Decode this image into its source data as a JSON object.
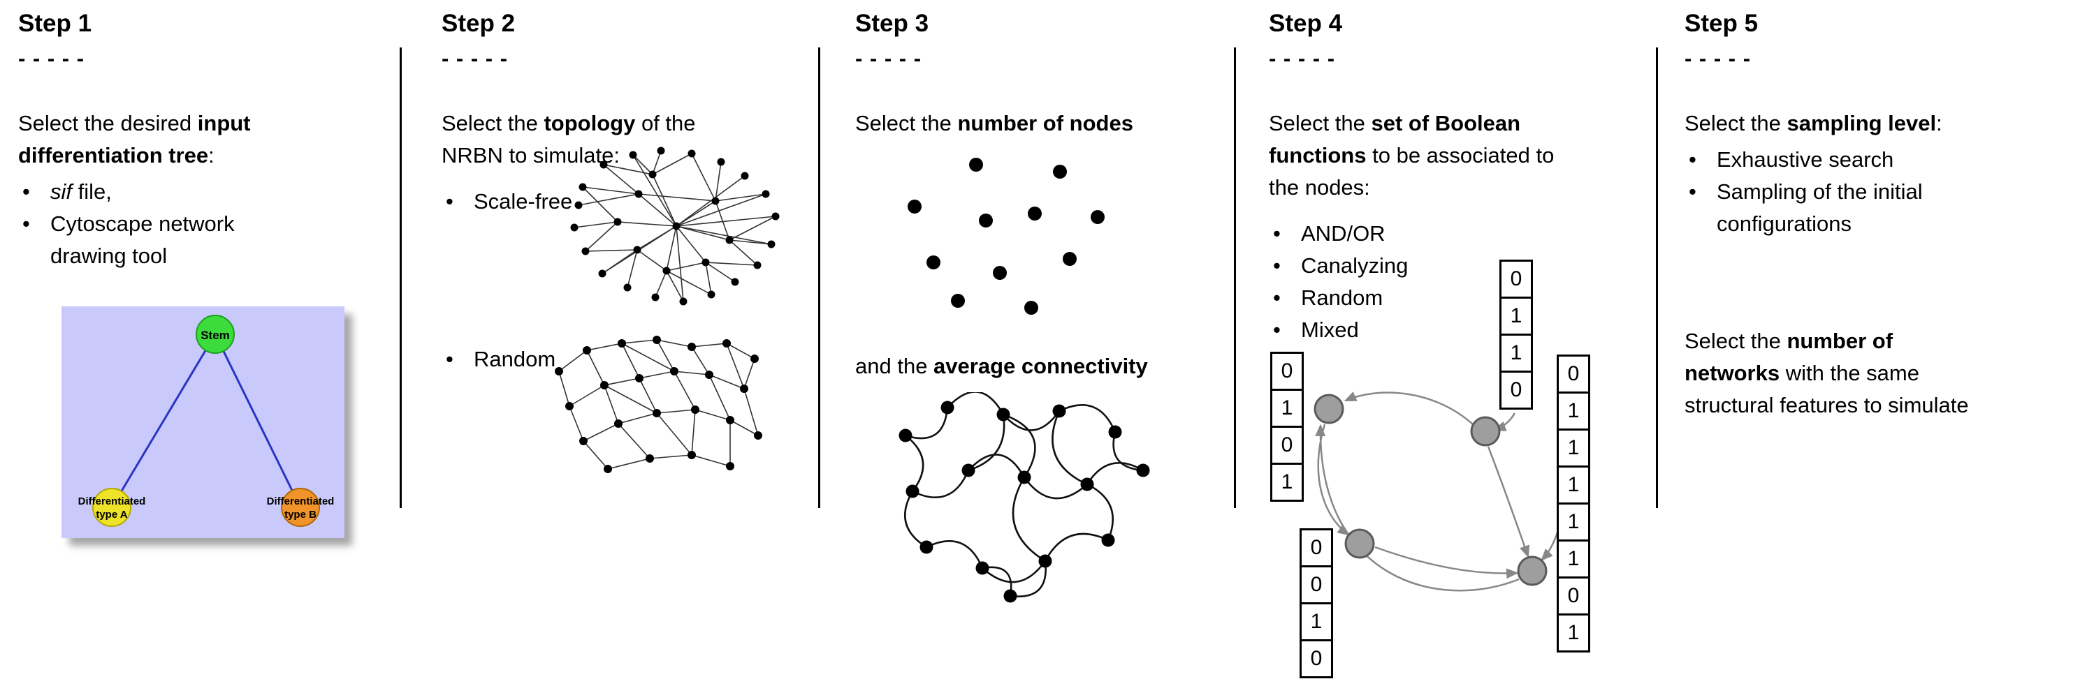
{
  "glyphs": {
    "bullet": "•"
  },
  "step1": {
    "title": "Step 1",
    "dashes": "- - - - -",
    "intro": {
      "prefix": "Select the desired ",
      "bold1": "input",
      "bold2": "differentiation tree",
      "suffix": ":"
    },
    "bullet1": {
      "italic": "sif",
      "text": " file,"
    },
    "bullet2": "Cytoscape network drawing tool",
    "tree": {
      "stem": "Stem",
      "type_a_line1": "Differentiated",
      "type_a_line2": "type A",
      "type_b_line1": "Differentiated",
      "type_b_line2": "type B"
    },
    "colors": {
      "panel": "#c9c9fc",
      "stem": "#3bdc3b",
      "type_a": "#efe32a",
      "type_b": "#f0932b",
      "edge": "#2a35c0"
    }
  },
  "step2": {
    "title": "Step 2",
    "dashes": "- - - - -",
    "intro": {
      "prefix": "Select the ",
      "bold": "topology",
      "mid": " of the",
      "last": "NRBN to simulate:"
    },
    "bullet1": "Scale-free",
    "bullet2": "Random"
  },
  "step3": {
    "title": "Step 3",
    "dashes": "- - - - -",
    "intro": {
      "prefix": "Select the ",
      "bold": "number of nodes"
    },
    "second": {
      "prefix": "and the ",
      "bold": "average connectivity"
    }
  },
  "step4": {
    "title": "Step 4",
    "dashes": "- - - - -",
    "intro": {
      "prefix": "Select the ",
      "bold1": "set of Boolean",
      "bold2": "functions",
      "mid": " to be associated to",
      "last": "the nodes:"
    },
    "bullets": [
      "AND/OR",
      "Canalyzing",
      "Random",
      "Mixed"
    ],
    "truth_tables": {
      "top": [
        "0",
        "1",
        "1",
        "0"
      ],
      "left": [
        "0",
        "1",
        "0",
        "1"
      ],
      "bottom": [
        "0",
        "0",
        "1",
        "0"
      ],
      "right": [
        "0",
        "1",
        "1",
        "1",
        "1",
        "1",
        "0",
        "1"
      ]
    }
  },
  "step5": {
    "title": "Step 5",
    "dashes": "- - - - -",
    "intro": {
      "prefix": "Select the ",
      "bold": "sampling level",
      "suffix": ":"
    },
    "bullets": [
      "Exhaustive search",
      "Sampling of the initial configurations"
    ],
    "second": {
      "prefix": "Select the ",
      "bold1": "number of",
      "bold2": "networks",
      "mid": " with the same",
      "last": "structural features to simulate"
    }
  }
}
